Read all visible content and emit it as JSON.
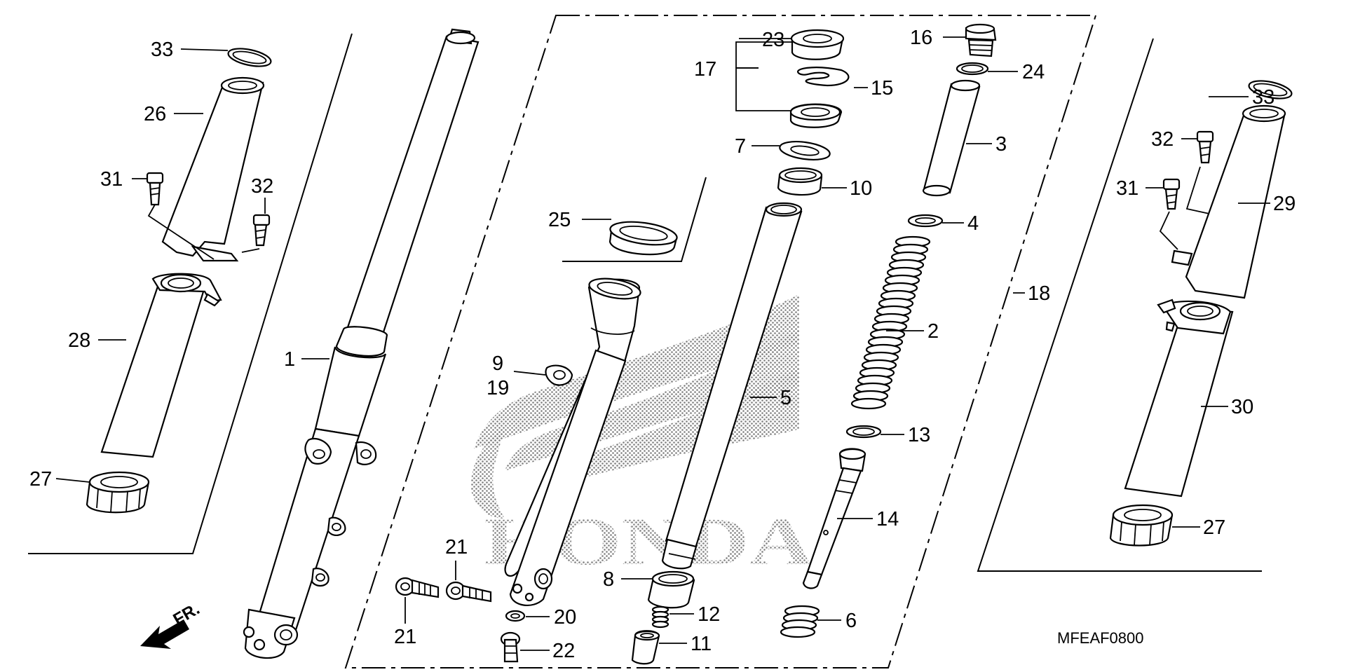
{
  "diagram_code": "MFEAF0800",
  "front_arrow_label": "FR.",
  "logo_text": "HONDA",
  "labels": {
    "p1": "1",
    "p2": "2",
    "p3": "3",
    "p4": "4",
    "p5": "5",
    "p6": "6",
    "p7": "7",
    "p8": "8",
    "p9": "9",
    "p10": "10",
    "p11": "11",
    "p12": "12",
    "p13": "13",
    "p14": "14",
    "p15": "15",
    "p16": "16",
    "p17": "17",
    "p18": "18",
    "p19": "19",
    "p20": "20",
    "p21a": "21",
    "p21b": "21",
    "p22": "22",
    "p23": "23",
    "p24": "24",
    "p25": "25",
    "p26": "26",
    "p27a": "27",
    "p27b": "27",
    "p28": "28",
    "p29": "29",
    "p30": "30",
    "p31a": "31",
    "p31b": "31",
    "p32a": "32",
    "p32b": "32",
    "p33a": "33",
    "p33b": "33"
  }
}
